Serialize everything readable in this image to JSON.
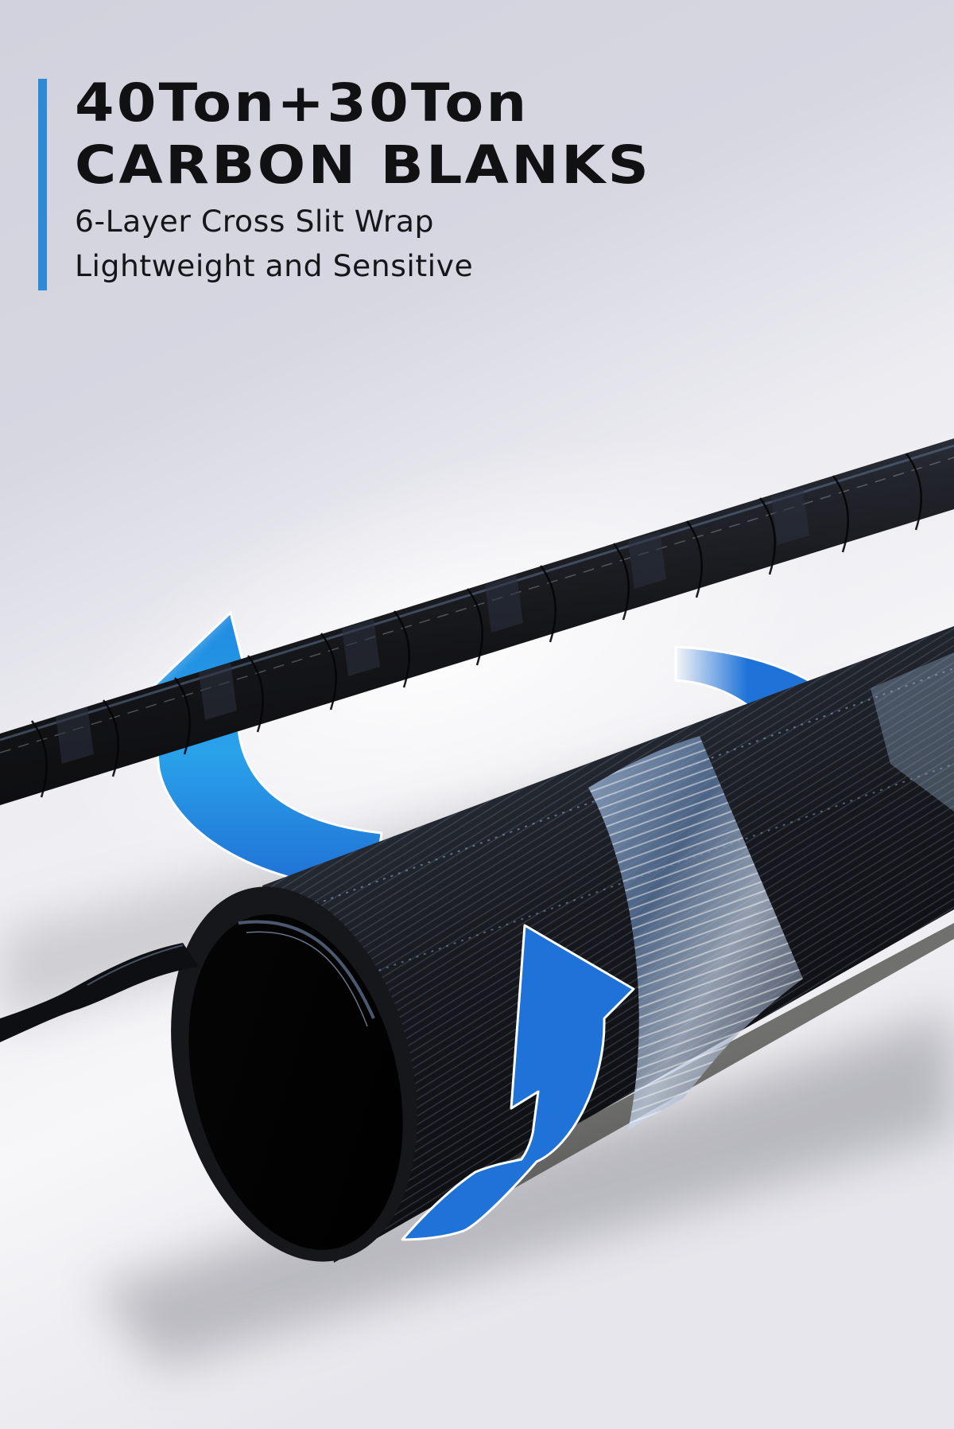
{
  "headline": {
    "title_line_1": "40Ton+30Ton",
    "title_line_2": "CARBON BLANKS",
    "subtitle_line_1": "6-Layer Cross Slit Wrap",
    "subtitle_line_2": "Lightweight and Sensitive"
  },
  "colors": {
    "accent_bar": "#2e8ad6",
    "arrow_blue": "#1f73d8",
    "background_top": "#d3d3df",
    "background_bottom": "#eeeef3",
    "text": "#111114",
    "carbon": "#141518"
  },
  "illustration": {
    "subject": "carbon fishing rod blank",
    "elements": [
      "thin-rod-spiral-wrap",
      "large-blank-tube",
      "carbon-sheet-ribbon",
      "cross-wrap-band"
    ],
    "icons": [
      "curved-arrow-up-left",
      "curved-arrow-down",
      "curved-arrow-up"
    ]
  }
}
